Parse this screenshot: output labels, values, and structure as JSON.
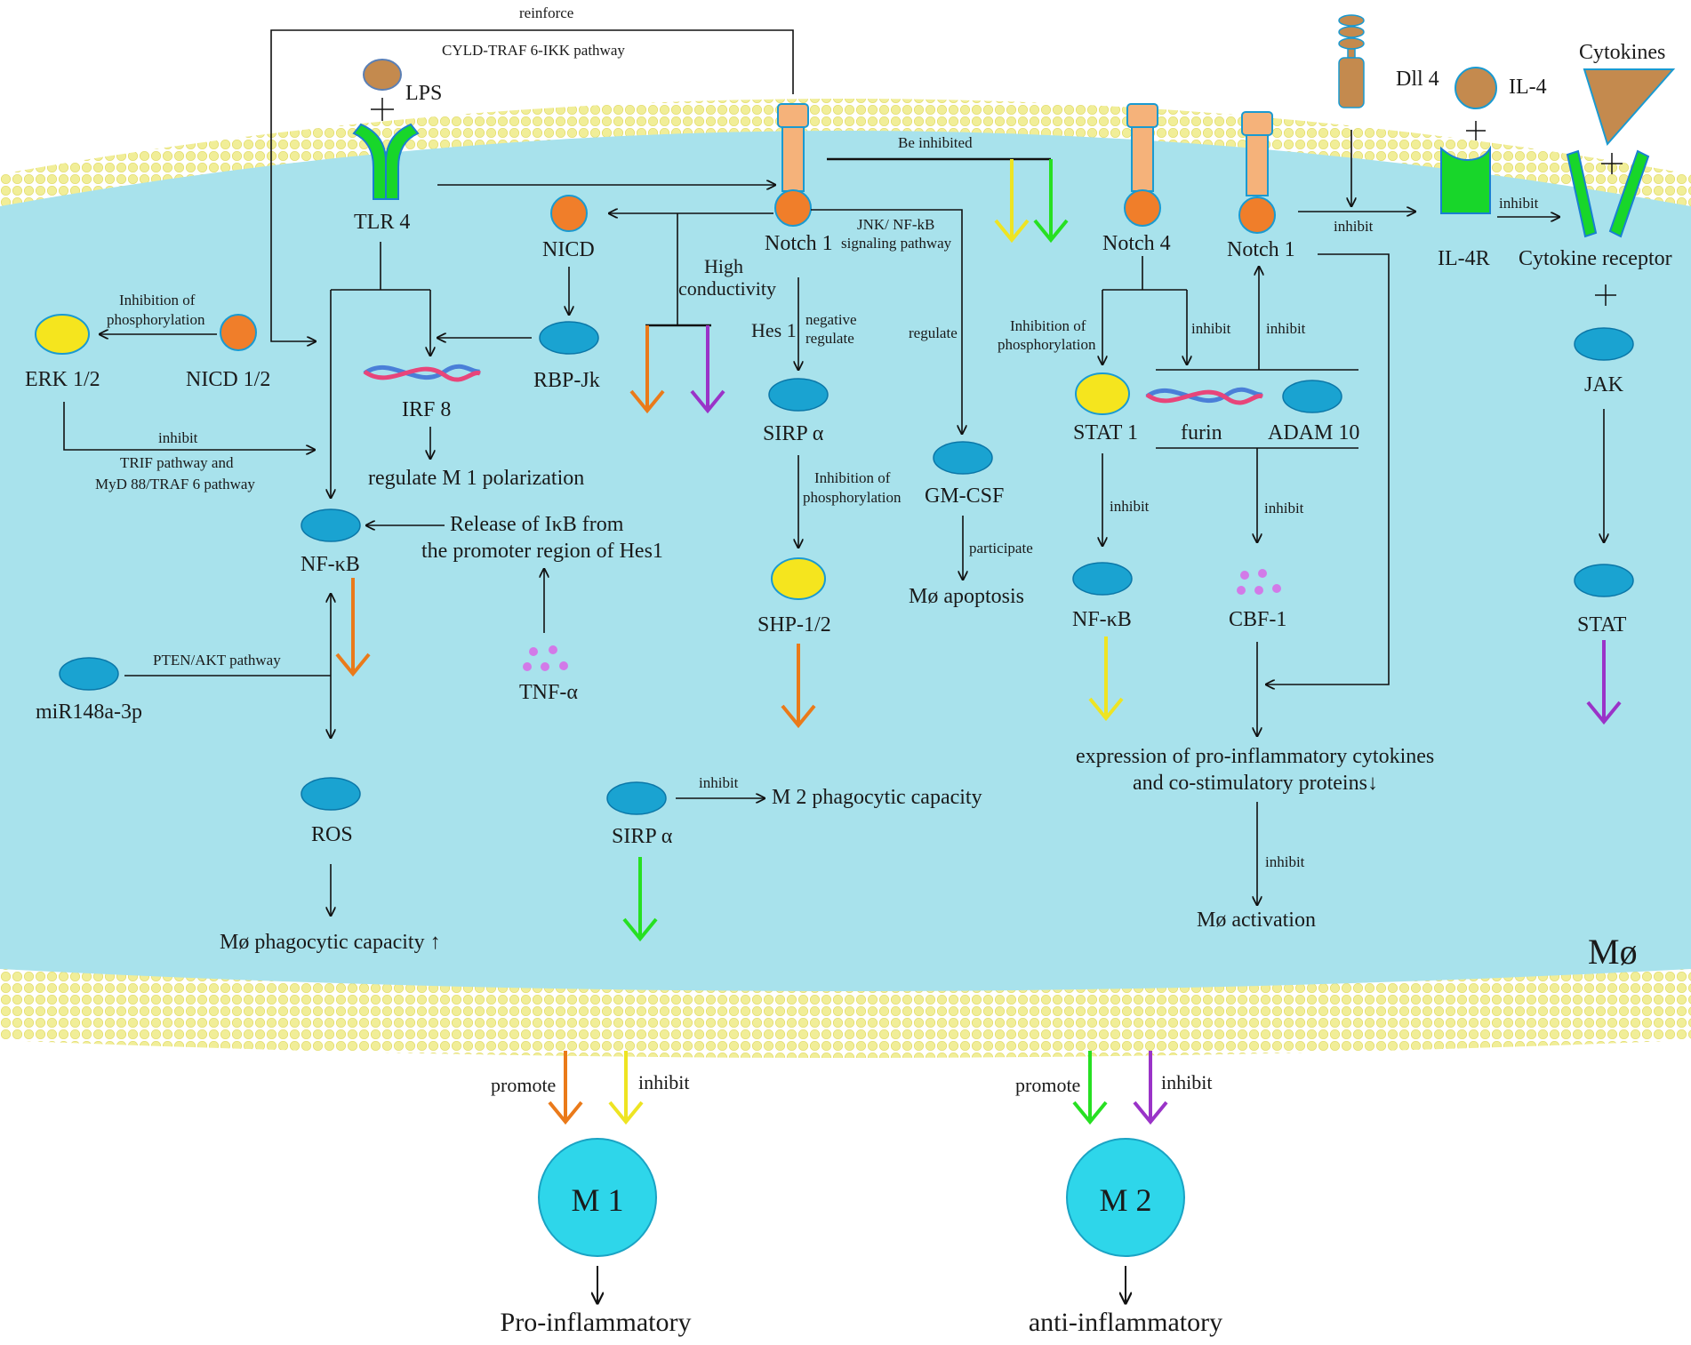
{
  "cell_label": "Mø",
  "colors": {
    "cytoplasm": "#a8e2ec",
    "membrane_lipid": "#f1ee98",
    "notch_body": "#f5b27a",
    "notch_head": "#f07e2a",
    "blue_molecule": "#1aa3d1",
    "yellow_molecule": "#f5e51e",
    "ligand_brown": "#c48a4e",
    "receptor_green": "#18d62a",
    "macrophage_circle": "#2ed6ea",
    "arrow_orange": "#ea7a1a",
    "arrow_yellow": "#eee423",
    "arrow_green": "#27e022",
    "arrow_purple": "#9a33c8",
    "tnf_dots": "#d27ae8"
  },
  "molecules": {
    "lps": "LPS",
    "tlr4": "TLR 4",
    "notch1_left": "Notch 1",
    "notch4": "Notch 4",
    "notch1_right": "Notch 1",
    "dll4": "Dll 4",
    "il4": "IL-4",
    "cytokines": "Cytokines",
    "il4r": "IL-4R",
    "cytokine_receptor": "Cytokine receptor",
    "nicd": "NICD",
    "nicd12": "NICD 1/2",
    "erk12": "ERK 1/2",
    "rbpjk": "RBP-Jk",
    "irf8": "IRF 8",
    "hes1": "Hes 1",
    "sirpa_top": "SIRP α",
    "shp12": "SHP-1/2",
    "gmcsf": "GM-CSF",
    "nfkb_left": "NF-κB",
    "mir148": "miR148a-3p",
    "ros": "ROS",
    "tnfa": "TNF-α",
    "sirpa_bottom": "SIRP α",
    "stat1": "STAT 1",
    "furin": "furin",
    "adam10": "ADAM 10",
    "nfkb_right": "NF-κB",
    "cbf1": "CBF-1",
    "jak": "JAK",
    "stat": "STAT"
  },
  "annotations": {
    "reinforce": "reinforce",
    "cyld": "CYLD-TRAF 6-IKK pathway",
    "be_inhibited": "Be inhibited",
    "jnk_1": "JNK/ NF-kB",
    "jnk_2": "signaling pathway",
    "high_1": "High",
    "high_2": "conductivity",
    "neg_1": "negative",
    "neg_2": "regulate",
    "regulate": "regulate",
    "inh_phos_erk_1": "Inhibition of",
    "inh_phos_erk_2": "phosphorylation",
    "inhibit_erk": "inhibit",
    "trif_1": "TRIF  pathway and",
    "trif_2": "MyD 88/TRAF 6 pathway",
    "regulate_m1": "regulate M 1 polarization",
    "release_1": "Release of IκB from",
    "release_2": "the promoter region of Hes1",
    "pten": "PTEN/AKT pathway",
    "ros_outcome": "Mø phagocytic capacity ↑",
    "inh_phos_shp_1": "Inhibition of",
    "inh_phos_shp_2": "phosphorylation",
    "participate": "participate",
    "apoptosis": "Mø apoptosis",
    "inhibit_m2": "inhibit",
    "m2_phago": "M 2 phagocytic capacity",
    "inh_phos_stat_1": "Inhibition of",
    "inh_phos_stat_2": "phosphorylation",
    "inhibit_furin": "inhibit",
    "inhibit_notch1": "inhibit",
    "inhibit_dll4": "inhibit",
    "inhibit_il4r": "inhibit",
    "inhibit_nfkb": "inhibit",
    "inhibit_cbf": "inhibit",
    "expr_1": "expression of pro-inflammatory cytokines",
    "expr_2": "and co-stimulatory proteins↓",
    "inhibit_activation": "inhibit",
    "activation": "Mø activation"
  },
  "outcomes": {
    "m1": {
      "promote": "promote",
      "inhibit": "inhibit",
      "label": "M 1",
      "result": "Pro-inflammatory"
    },
    "m2": {
      "promote": "promote",
      "inhibit": "inhibit",
      "label": "M 2",
      "result": "anti-inflammatory"
    }
  }
}
